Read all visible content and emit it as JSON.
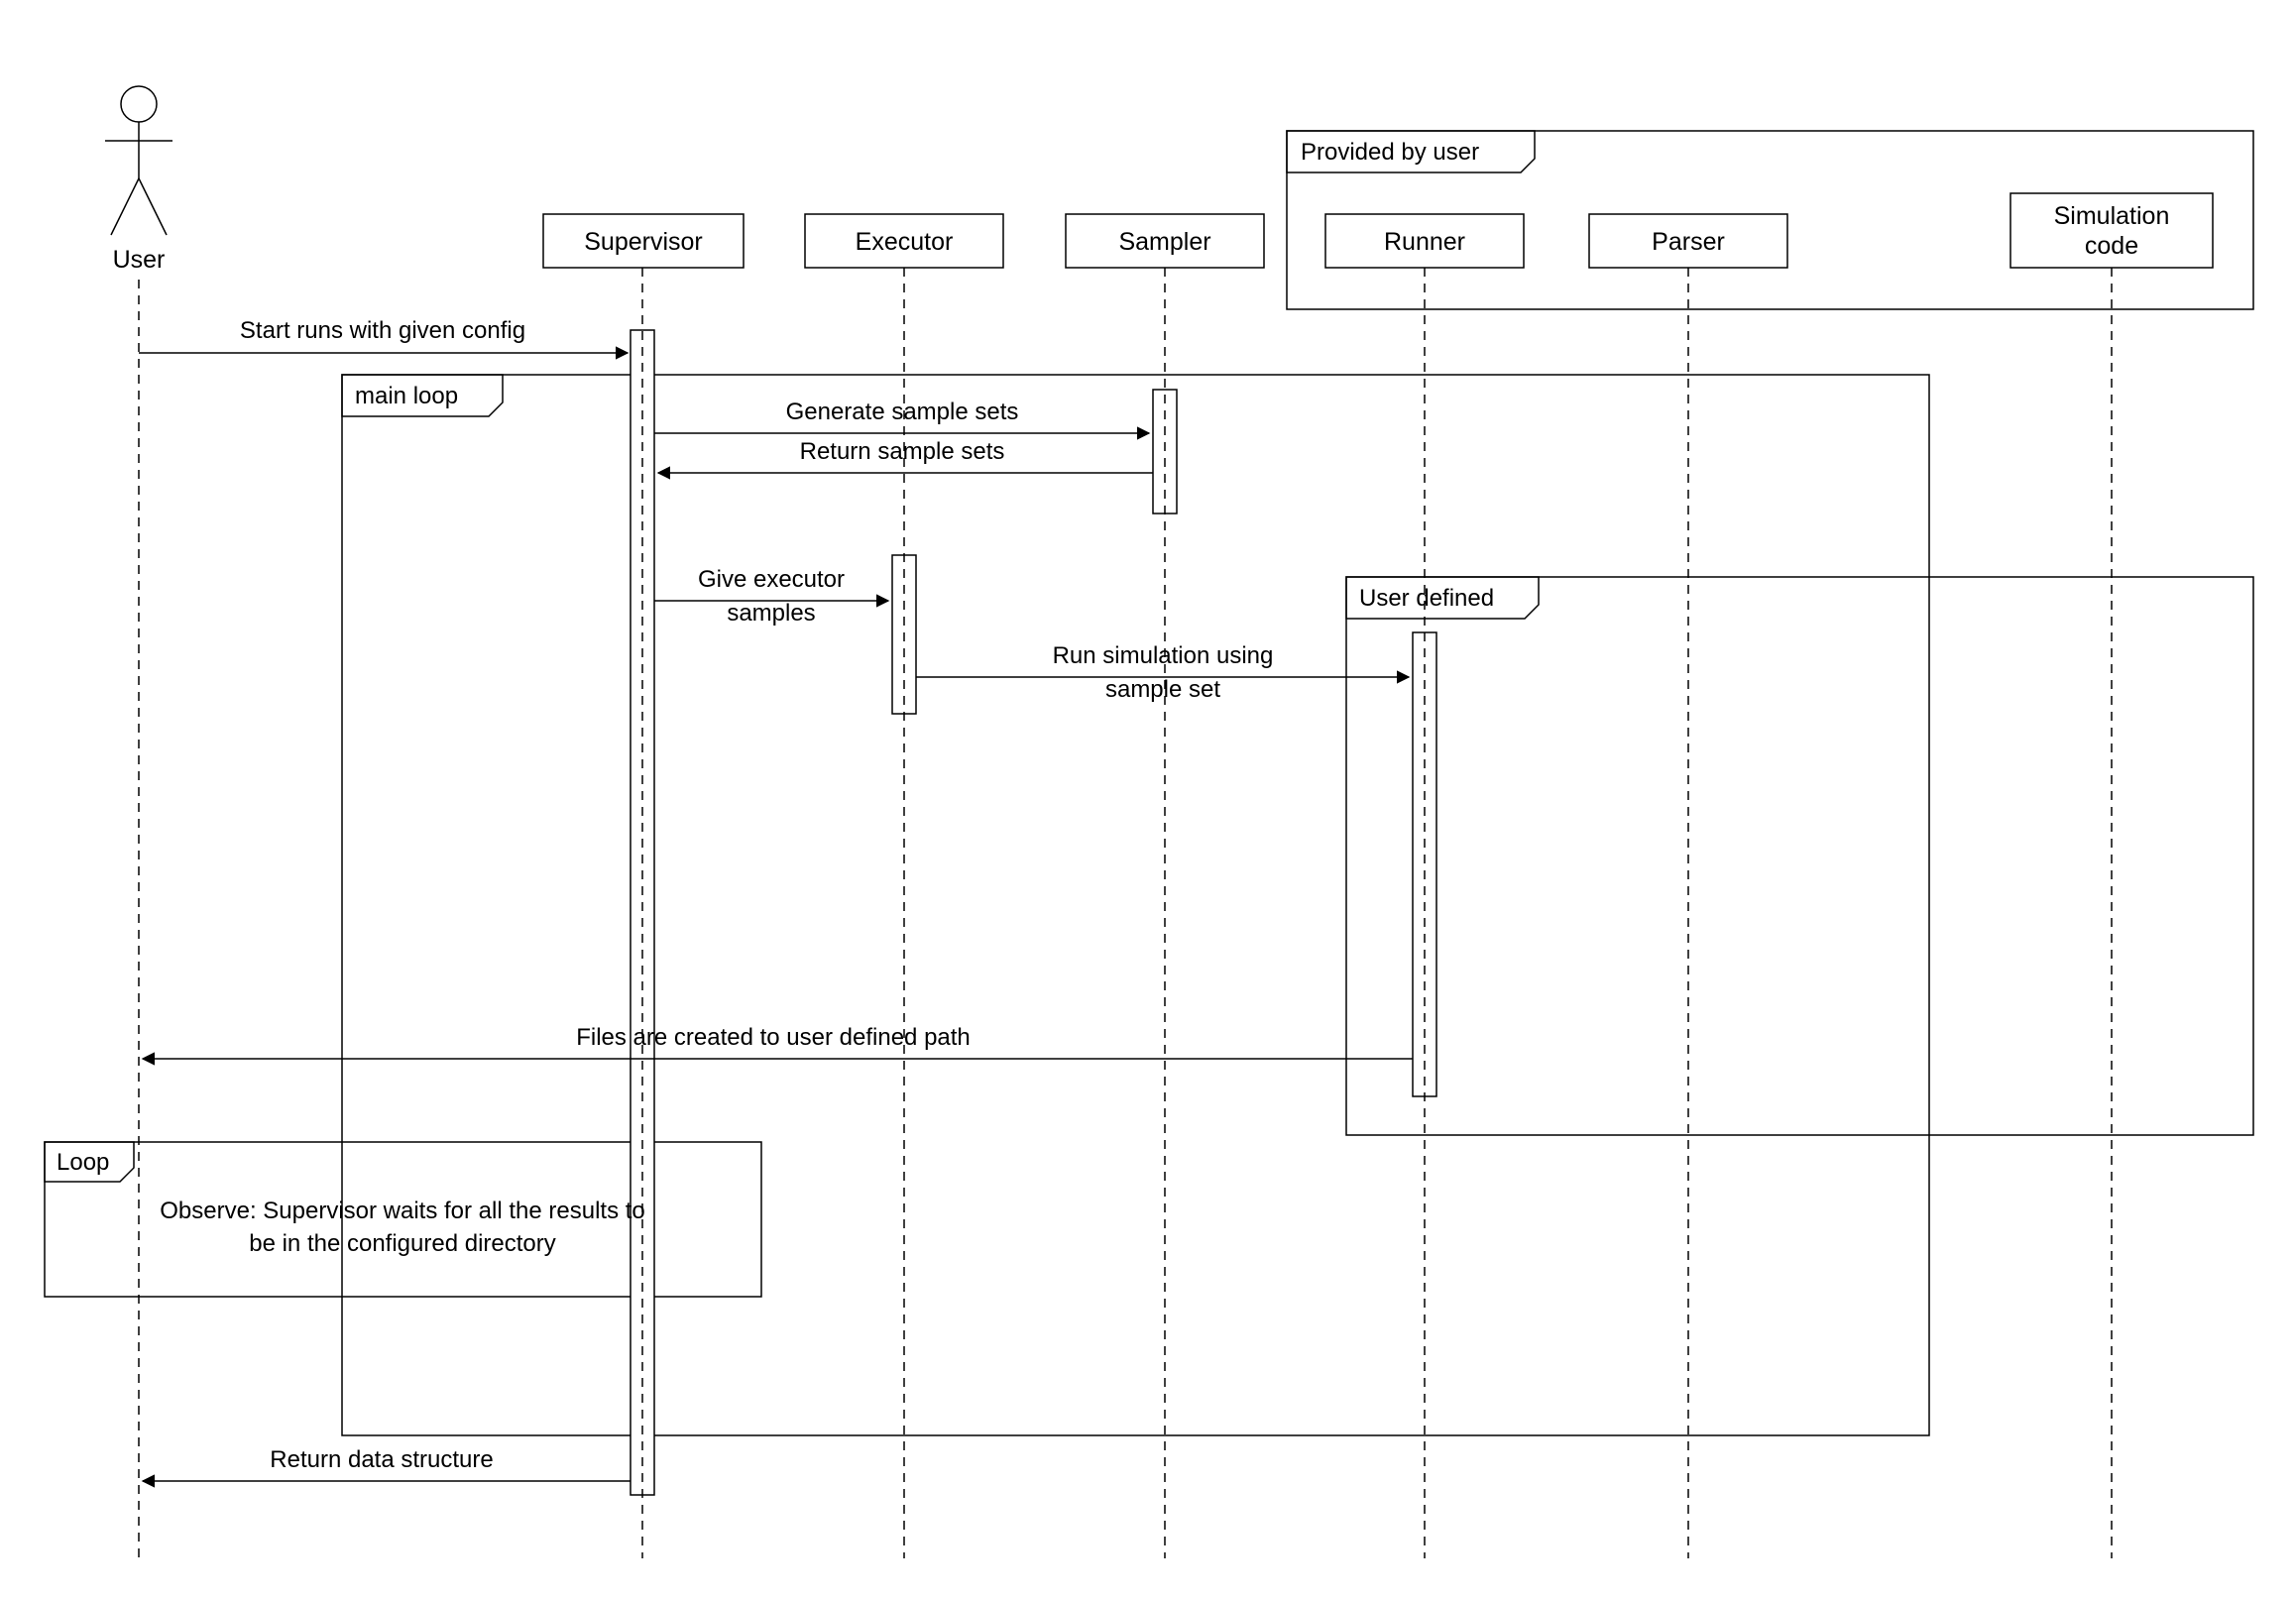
{
  "colors": {
    "stroke": "#000000",
    "background": "#ffffff"
  },
  "actor": {
    "label": "User"
  },
  "participants": {
    "supervisor": "Supervisor",
    "executor": "Executor",
    "sampler": "Sampler",
    "runner": "Runner",
    "parser": "Parser",
    "simulation_line1": "Simulation",
    "simulation_line2": "code"
  },
  "frames": {
    "provided_by_user": "Provided by user",
    "main_loop": "main loop",
    "user_defined": "User defined",
    "loop": "Loop",
    "loop_note_line1": "Observe: Supervisor waits for all the results to",
    "loop_note_line2": "be in the configured directory"
  },
  "messages": {
    "start_runs": "Start runs with given config",
    "generate_samples": "Generate sample sets",
    "return_samples": "Return sample sets",
    "give_executor_line1": "Give executor",
    "give_executor_line2": "samples",
    "run_simulation_line1": "Run simulation using",
    "run_simulation_line2": "sample set",
    "files_created": "Files are created to user defined path",
    "return_data": "Return data structure"
  }
}
